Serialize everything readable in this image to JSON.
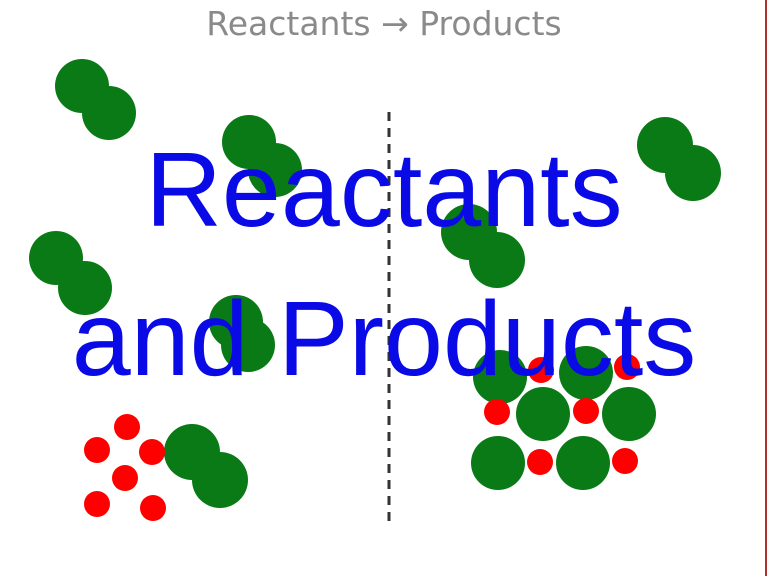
{
  "caption": "Reactants → Products",
  "overlay_title": {
    "line1": "Reactants",
    "line2": "and Products",
    "color": "#0a0ae6"
  },
  "colors": {
    "molecule_green": "#0a7a16",
    "atom_red": "#ff0000",
    "divider": "#333333",
    "border_right": "#b03030",
    "caption_gray": "#8a8a8a"
  }
}
